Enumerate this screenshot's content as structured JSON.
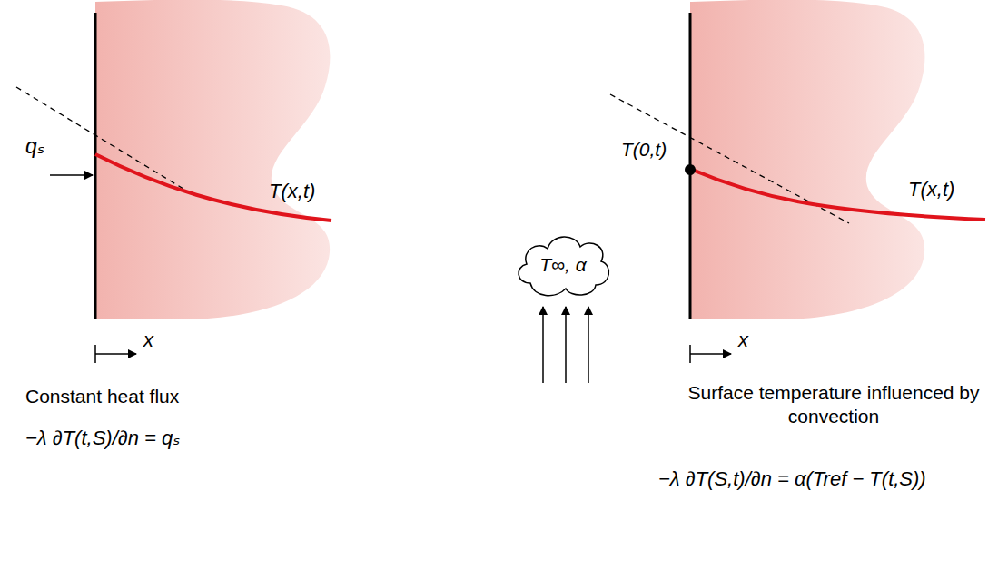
{
  "diagram": {
    "nodes": [
      {
        "text": [
          "T∞, α"
        ]
      }
    ],
    "edges": [],
    "labels": [
      "qₛ",
      "T(x,t)",
      "x",
      "Constant heat flux",
      "−λ ∂T(t,S)/∂n = qₛ",
      "T(0,t)",
      "T(x,t)",
      "x",
      "Surface temperature influenced by convection",
      "−λ ∂T(S,t)/∂n = α(Tref − T(t,S))"
    ]
  }
}
